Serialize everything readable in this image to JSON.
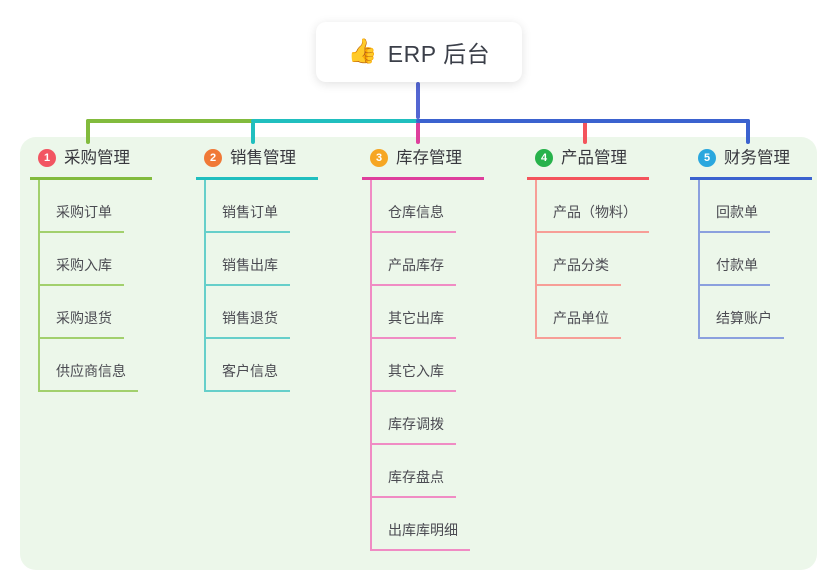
{
  "root": {
    "emoji": "👍",
    "label": "ERP 后台"
  },
  "branches": [
    {
      "index": "1",
      "label": "采购管理",
      "badge_color": "#f25562",
      "line_color": "#82bb3d",
      "child_line_color": "#a2d06d",
      "children": [
        "采购订单",
        "采购入库",
        "采购退货",
        "供应商信息"
      ]
    },
    {
      "index": "2",
      "label": "销售管理",
      "badge_color": "#f07937",
      "line_color": "#20bfbf",
      "child_line_color": "#66cfca",
      "children": [
        "销售订单",
        "销售出库",
        "销售退货",
        "客户信息"
      ]
    },
    {
      "index": "3",
      "label": "库存管理",
      "badge_color": "#f6a623",
      "line_color": "#de3f9c",
      "child_line_color": "#f08cc4",
      "children": [
        "仓库信息",
        "产品库存",
        "其它出库",
        "其它入库",
        "库存调拨",
        "库存盘点",
        "出库库明细"
      ]
    },
    {
      "index": "4",
      "label": "产品管理",
      "badge_color": "#27b24b",
      "line_color": "#f4545c",
      "child_line_color": "#f79e97",
      "children": [
        "产品（物料）",
        "产品分类",
        "产品单位"
      ]
    },
    {
      "index": "5",
      "label": "财务管理",
      "badge_color": "#2aa7de",
      "line_color": "#3b62cf",
      "child_line_color": "#8ba0de",
      "children": [
        "回款单",
        "付款单",
        "结算账户"
      ]
    }
  ],
  "colors": {
    "panel_bg": "#ecf7ea",
    "root_line": "#5466d2",
    "text": "#3c3c42"
  }
}
